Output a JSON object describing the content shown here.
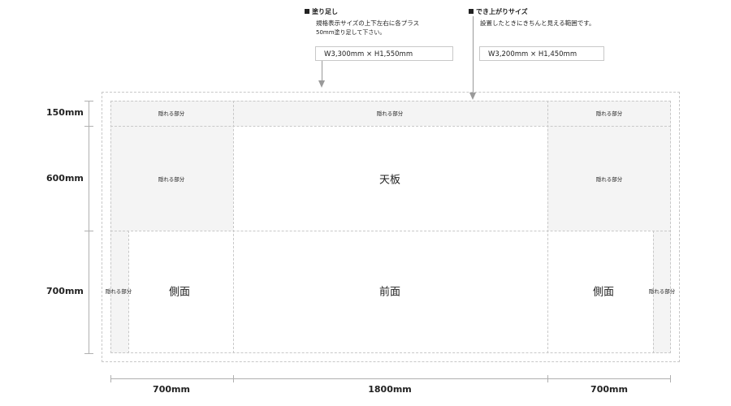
{
  "notes": {
    "bleed": {
      "title": "塗り足し",
      "line1": "規格表示サイズの上下左右に各プラス",
      "line2": "50mm塗り足して下さい。",
      "size": "W3,300mm × H1,550mm"
    },
    "finished": {
      "title": "でき上がりサイズ",
      "line1": "設置したときにきちんと見える範囲です。",
      "size": "W3,200mm × H1,450mm"
    }
  },
  "panels": {
    "hidden_label": "隠れる部分",
    "top_board": "天板",
    "front": "前面",
    "side_left": "側面",
    "side_right": "側面"
  },
  "dimensions": {
    "heights": [
      "150mm",
      "600mm",
      "700mm"
    ],
    "widths": [
      "700mm",
      "1800mm",
      "700mm"
    ]
  }
}
